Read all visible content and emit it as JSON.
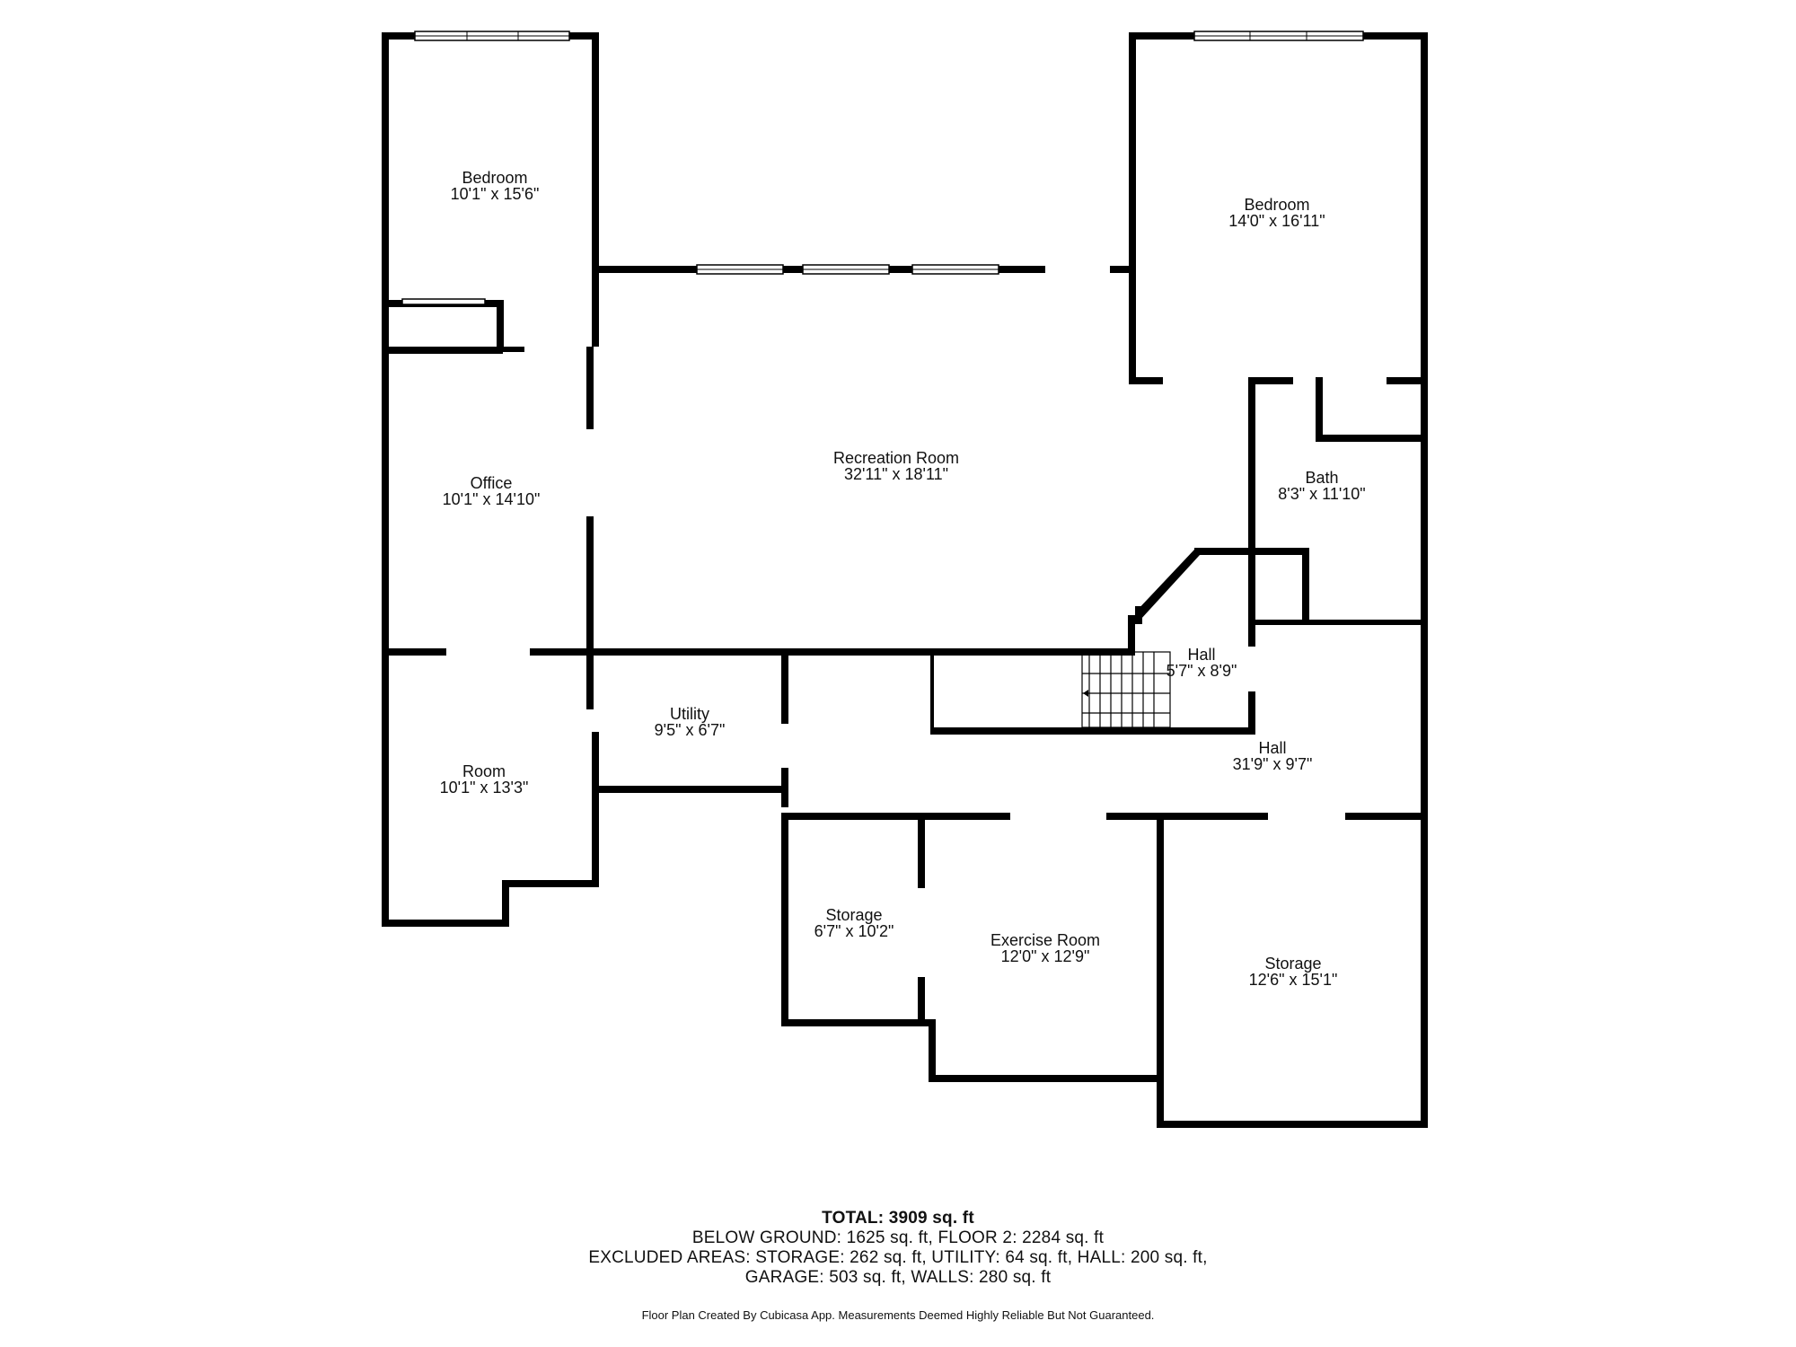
{
  "rooms": {
    "bedroom_left": {
      "name": "Bedroom",
      "size": "10'1\" x 15'6\""
    },
    "bedroom_right": {
      "name": "Bedroom",
      "size": "14'0\" x 16'11\""
    },
    "office": {
      "name": "Office",
      "size": "10'1\" x 14'10\""
    },
    "recreation": {
      "name": "Recreation Room",
      "size": "32'11\" x 18'11\""
    },
    "bath": {
      "name": "Bath",
      "size": "8'3\" x 11'10\""
    },
    "hall_small": {
      "name": "Hall",
      "size": "5'7\" x 8'9\""
    },
    "utility": {
      "name": "Utility",
      "size": "9'5\" x 6'7\""
    },
    "room": {
      "name": "Room",
      "size": "10'1\" x 13'3\""
    },
    "hall_long": {
      "name": "Hall",
      "size": "31'9\" x 9'7\""
    },
    "storage_small": {
      "name": "Storage",
      "size": "6'7\" x 10'2\""
    },
    "exercise": {
      "name": "Exercise Room",
      "size": "12'0\" x 12'9\""
    },
    "storage_large": {
      "name": "Storage",
      "size": "12'6\" x 15'1\""
    }
  },
  "summary": {
    "total": "TOTAL: 3909 sq. ft",
    "line1": "BELOW GROUND: 1625 sq. ft, FLOOR 2: 2284 sq. ft",
    "line2": "EXCLUDED AREAS: STORAGE: 262 sq. ft, UTILITY: 64 sq. ft, HALL: 200 sq. ft,",
    "line3": "GARAGE: 503 sq. ft, WALLS: 280 sq. ft"
  },
  "credit": "Floor Plan Created By Cubicasa App. Measurements Deemed Highly Reliable But Not Guaranteed."
}
